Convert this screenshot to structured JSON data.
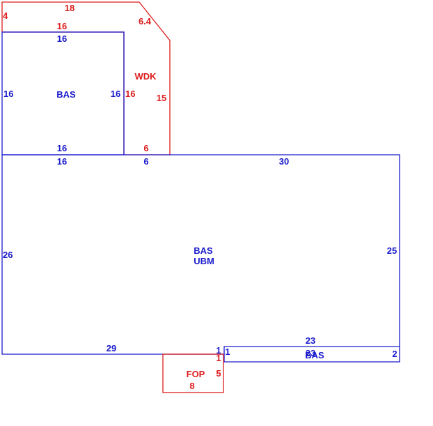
{
  "sketch": {
    "areas": {
      "wdk": "WDK",
      "bas_top": "BAS",
      "bas_main": "BAS",
      "ubm_main": "UBM",
      "bas_strip": "BAS",
      "fop": "FOP"
    },
    "wdk_dims": {
      "top": "18",
      "left": "4",
      "diagonal": "6.4",
      "inner_top": "16",
      "inner_left": "16",
      "right": "15",
      "bottom": "6"
    },
    "bas_top_dims": {
      "top": "16",
      "left": "16",
      "right": "16",
      "bottom": "16"
    },
    "main_dims": {
      "top_left": "16",
      "top_mid": "6",
      "top_right": "30",
      "left": "26",
      "right": "25",
      "bottom": "29",
      "step": "1"
    },
    "strip_dims": {
      "top": "23",
      "bottom": "23",
      "left": "1",
      "right": "2"
    },
    "fop_dims": {
      "top": "1",
      "right": "5",
      "bottom": "8"
    }
  }
}
